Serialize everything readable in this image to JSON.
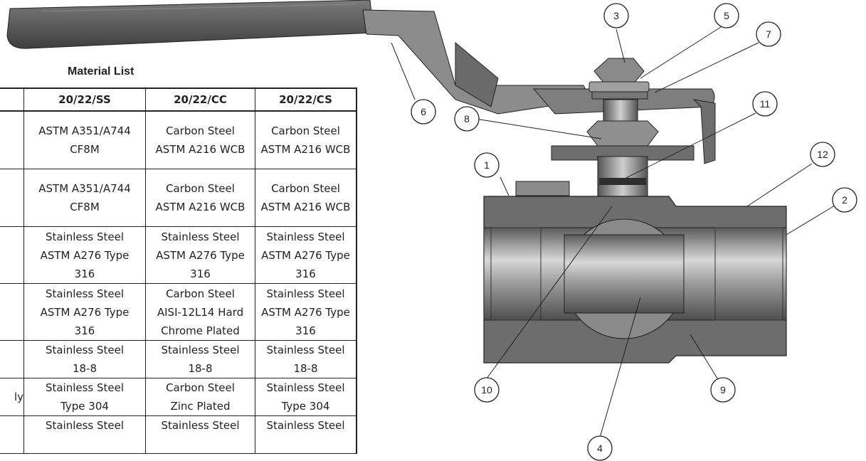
{
  "table": {
    "title": "Material List",
    "headers": [
      "",
      "20/22/SS",
      "20/22/CC",
      "20/22/CS"
    ],
    "rows": [
      {
        "label": "",
        "ss": [
          "ASTM A351/A744",
          "CF8M"
        ],
        "cc": [
          "Carbon Steel",
          "ASTM A216 WCB"
        ],
        "cs": [
          "Carbon Steel",
          "ASTM A216 WCB"
        ]
      },
      {
        "label": "",
        "ss": [
          "ASTM A351/A744",
          "CF8M"
        ],
        "cc": [
          "Carbon Steel",
          "ASTM A216 WCB"
        ],
        "cs": [
          "Carbon Steel",
          "ASTM A216 WCB"
        ]
      },
      {
        "label": "",
        "ss": [
          "Stainless Steel",
          "ASTM A276 Type",
          "316"
        ],
        "cc": [
          "Stainless Steel",
          "ASTM A276 Type",
          "316"
        ],
        "cs": [
          "Stainless Steel",
          "ASTM A276 Type",
          "316"
        ]
      },
      {
        "label": "",
        "ss": [
          "Stainless Steel",
          "ASTM A276 Type",
          "316"
        ],
        "cc": [
          "Carbon Steel",
          "AISI-12L14 Hard",
          "Chrome Plated"
        ],
        "cs": [
          "Stainless Steel",
          "ASTM A276 Type",
          "316"
        ]
      },
      {
        "label": "",
        "ss": [
          "Stainless Steel",
          "18-8"
        ],
        "cc": [
          "Stainless Steel",
          "18-8"
        ],
        "cs": [
          "Stainless Steel",
          "18-8"
        ]
      },
      {
        "label": "ly",
        "ss": [
          "Stainless Steel",
          "Type 304"
        ],
        "cc": [
          "Carbon Steel",
          "Zinc Plated"
        ],
        "cs": [
          "Stainless Steel",
          "Type 304"
        ]
      },
      {
        "label": "",
        "ss": [
          "Stainless Steel"
        ],
        "cc": [
          "Stainless Steel"
        ],
        "cs": [
          "Stainless Steel"
        ]
      }
    ]
  },
  "callouts": [
    "1",
    "2",
    "3",
    "4",
    "5",
    "6",
    "7",
    "8",
    "9",
    "10",
    "11",
    "12"
  ],
  "colors": {
    "body": "#6d6d6d",
    "body_dark": "#4a4a4a",
    "body_light": "#9a9a9a",
    "line": "#222222"
  }
}
